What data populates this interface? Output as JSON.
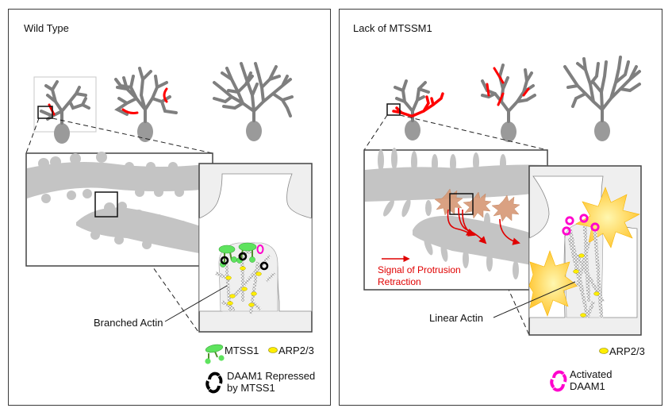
{
  "colors": {
    "dendrite_gray": "#7f7f7f",
    "spine_gray": "#c4c4c4",
    "light_bg": "#efefef",
    "highlight_red": "#ff0000",
    "mtss1_green": "#5ee35e",
    "arp_yellow": "#ffee00",
    "daam1_repressed": "#000000",
    "daam1_activated": "#ff00cc",
    "starburst_brown": "#d79a78",
    "flash_yellow": "#ffd23a",
    "signal_red": "#e00000"
  },
  "panels": {
    "left": {
      "title": "Wild Type",
      "callout_label": "Branched Actin",
      "legend": {
        "mtss1": "MTSS1",
        "arp": "ARP2/3",
        "daam1_line1": "DAAM1 Repressed",
        "daam1_line2": "by MTSS1"
      }
    },
    "right": {
      "title": "Lack of MTSSM1",
      "callout_label": "Linear Actin",
      "signal_label_line1": "Signal of Protrusion",
      "signal_label_line2": "Retraction",
      "legend": {
        "arp": "ARP2/3",
        "daam1_line1": "Activated",
        "daam1_line2": "DAAM1"
      }
    }
  }
}
